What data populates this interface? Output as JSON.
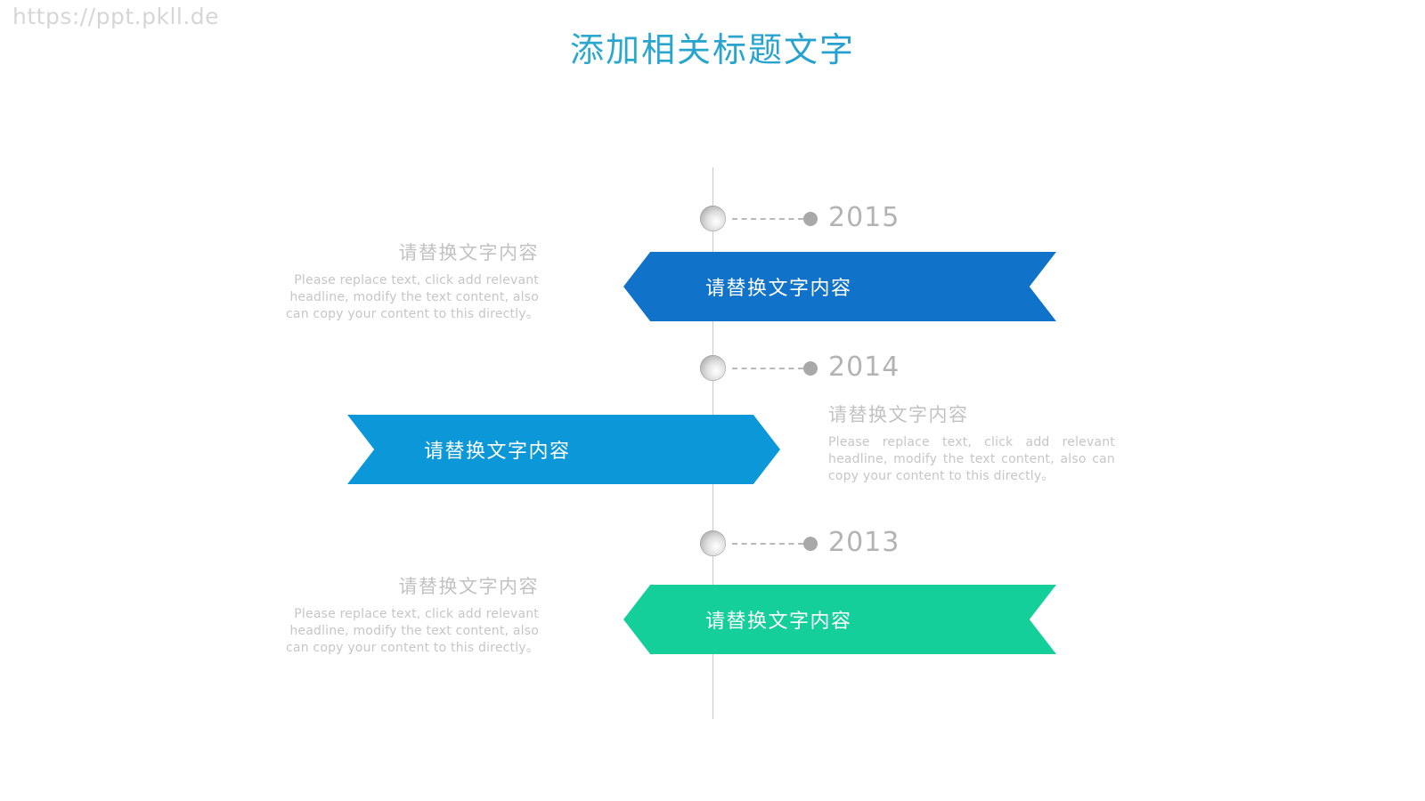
{
  "watermark": "https://ppt.pkll.de",
  "title": "添加相关标题文字",
  "theme": {
    "title_gradient_start": "#31bdc7",
    "title_gradient_end": "#1f8ed2",
    "spine_color": "#c9c9c9",
    "node_dot_color": "#a8a8a8",
    "year_text_color": "#b3b3b3",
    "copy_heading_color": "#c2c2c2",
    "copy_body_color": "#c6c6c6"
  },
  "timeline": {
    "nodes": [
      {
        "year": "2015"
      },
      {
        "year": "2014"
      },
      {
        "year": "2013"
      }
    ]
  },
  "banners": [
    {
      "label": "请替换文字内容",
      "color": "#1072c8",
      "direction": "left"
    },
    {
      "label": "请替换文字内容",
      "color": "#0c98d8",
      "direction": "right"
    },
    {
      "label": "请替换文字内容",
      "color": "#14cf9a",
      "direction": "left"
    }
  ],
  "copy_blocks": [
    {
      "heading": "请替换文字内容",
      "body": "Please replace text, click add relevant headline, modify the text content, also can copy your content to this directly。",
      "align": "right"
    },
    {
      "heading": "请替换文字内容",
      "body": "Please replace text, click add relevant headline, modify the text content, also can copy your content to this directly。",
      "align": "left"
    },
    {
      "heading": "请替换文字内容",
      "body": "Please replace text, click add relevant headline, modify the text content, also can copy your content to this directly。",
      "align": "right"
    }
  ]
}
